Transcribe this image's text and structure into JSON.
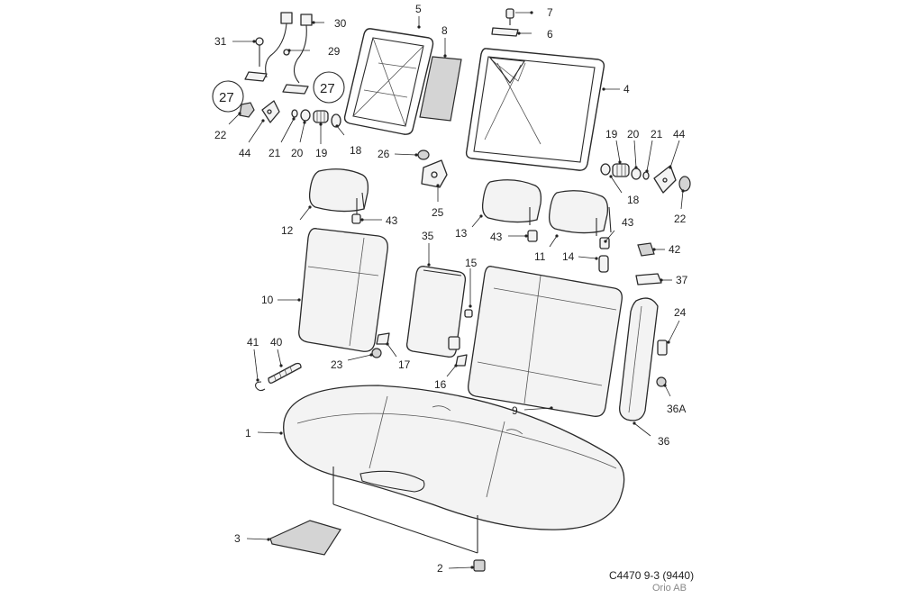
{
  "figure": {
    "code": "C4470 9-3 (9440)",
    "brand": "Orio AB"
  },
  "callouts": [
    {
      "id": "c1",
      "label": "1"
    },
    {
      "id": "c2",
      "label": "2"
    },
    {
      "id": "c3",
      "label": "3"
    },
    {
      "id": "c4",
      "label": "4"
    },
    {
      "id": "c5",
      "label": "5"
    },
    {
      "id": "c6",
      "label": "6"
    },
    {
      "id": "c7",
      "label": "7"
    },
    {
      "id": "c8",
      "label": "8"
    },
    {
      "id": "c9",
      "label": "9"
    },
    {
      "id": "c10",
      "label": "10"
    },
    {
      "id": "c11",
      "label": "11"
    },
    {
      "id": "c12",
      "label": "12"
    },
    {
      "id": "c13",
      "label": "13"
    },
    {
      "id": "c14",
      "label": "14"
    },
    {
      "id": "c15",
      "label": "15"
    },
    {
      "id": "c16",
      "label": "16"
    },
    {
      "id": "c17",
      "label": "17"
    },
    {
      "id": "c18a",
      "label": "18"
    },
    {
      "id": "c18b",
      "label": "18"
    },
    {
      "id": "c19a",
      "label": "19"
    },
    {
      "id": "c19b",
      "label": "19"
    },
    {
      "id": "c20a",
      "label": "20"
    },
    {
      "id": "c20b",
      "label": "20"
    },
    {
      "id": "c21a",
      "label": "21"
    },
    {
      "id": "c21b",
      "label": "21"
    },
    {
      "id": "c22a",
      "label": "22"
    },
    {
      "id": "c22b",
      "label": "22"
    },
    {
      "id": "c23",
      "label": "23"
    },
    {
      "id": "c24",
      "label": "24"
    },
    {
      "id": "c25",
      "label": "25"
    },
    {
      "id": "c26",
      "label": "26"
    },
    {
      "id": "c27a",
      "label": "27"
    },
    {
      "id": "c27b",
      "label": "27"
    },
    {
      "id": "c29",
      "label": "29"
    },
    {
      "id": "c30",
      "label": "30"
    },
    {
      "id": "c31",
      "label": "31"
    },
    {
      "id": "c35",
      "label": "35"
    },
    {
      "id": "c36",
      "label": "36"
    },
    {
      "id": "c36a",
      "label": "36A"
    },
    {
      "id": "c37",
      "label": "37"
    },
    {
      "id": "c40",
      "label": "40"
    },
    {
      "id": "c41",
      "label": "41"
    },
    {
      "id": "c42",
      "label": "42"
    },
    {
      "id": "c43a",
      "label": "43"
    },
    {
      "id": "c43b",
      "label": "43"
    },
    {
      "id": "c43c",
      "label": "43"
    },
    {
      "id": "c44a",
      "label": "44"
    },
    {
      "id": "c44b",
      "label": "44"
    }
  ]
}
